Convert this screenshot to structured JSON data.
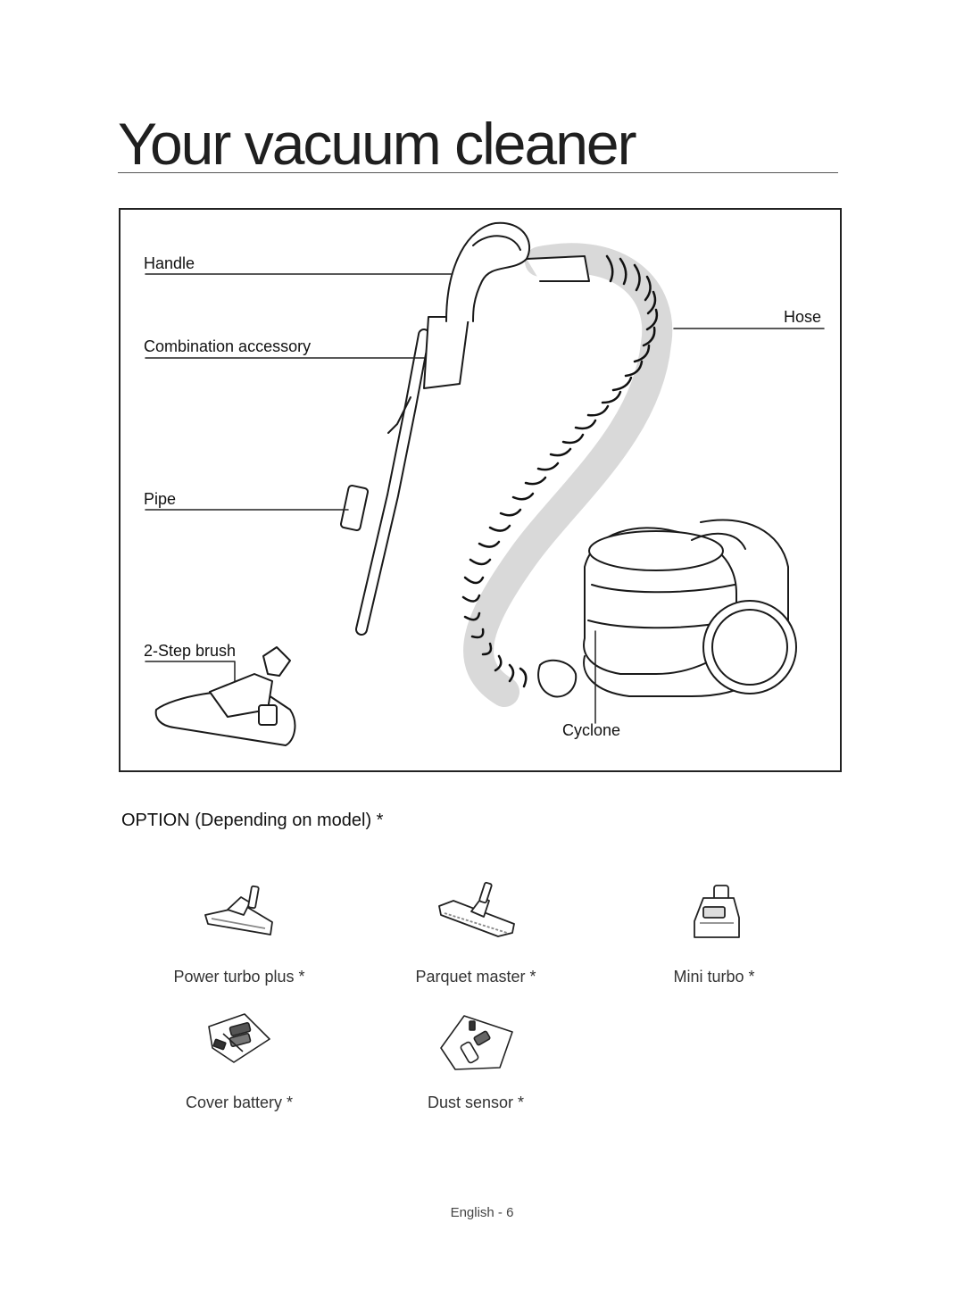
{
  "page": {
    "title": "Your vacuum cleaner",
    "footer": "English - 6"
  },
  "diagram": {
    "labels": {
      "handle": "Handle",
      "combination": "Combination accessory",
      "pipe": "Pipe",
      "brush": "2-Step brush",
      "hose": "Hose",
      "cyclone": "Cyclone"
    }
  },
  "options": {
    "heading": "OPTION (Depending on model) *",
    "items": [
      {
        "label": "Power turbo plus *",
        "icon": "power-turbo-plus-icon"
      },
      {
        "label": "Parquet master *",
        "icon": "parquet-master-icon"
      },
      {
        "label": "Mini turbo *",
        "icon": "mini-turbo-icon"
      },
      {
        "label": "Cover battery *",
        "icon": "cover-battery-icon"
      },
      {
        "label": "Dust sensor *",
        "icon": "dust-sensor-icon"
      }
    ]
  }
}
